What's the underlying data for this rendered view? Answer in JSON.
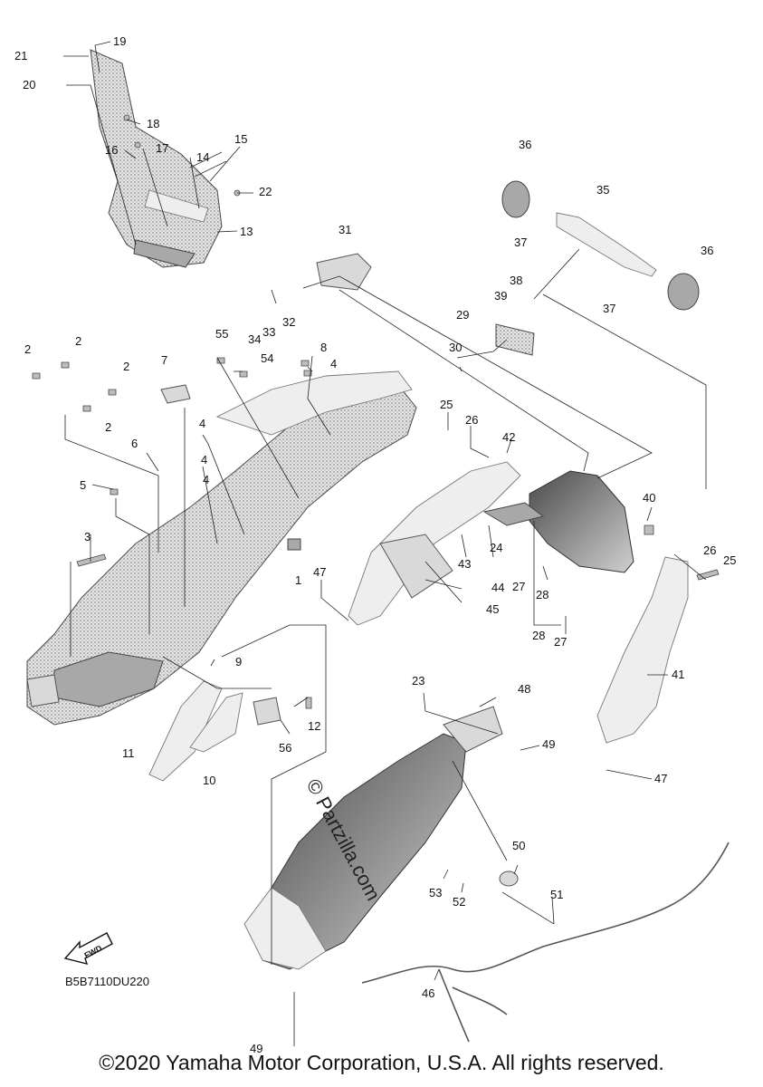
{
  "diagram": {
    "code": "B5B7110DU220",
    "fwd_label": "FWD",
    "watermark": "© Partzilla.com",
    "copyright": "©2020 Yamaha Motor Corporation, U.S.A. All rights reserved.",
    "callouts": [
      "1",
      "2",
      "2",
      "2",
      "2",
      "3",
      "4",
      "4",
      "4",
      "4",
      "5",
      "6",
      "7",
      "8",
      "9",
      "10",
      "11",
      "12",
      "13",
      "14",
      "15",
      "16",
      "17",
      "18",
      "19",
      "20",
      "21",
      "22",
      "23",
      "24",
      "25",
      "25",
      "26",
      "26",
      "27",
      "27",
      "28",
      "28",
      "29",
      "30",
      "31",
      "32",
      "33",
      "34",
      "35",
      "36",
      "36",
      "37",
      "37",
      "38",
      "39",
      "40",
      "41",
      "42",
      "43",
      "44",
      "45",
      "46",
      "47",
      "47",
      "48",
      "49",
      "49",
      "50",
      "51",
      "52",
      "53",
      "54",
      "55",
      "56"
    ]
  }
}
